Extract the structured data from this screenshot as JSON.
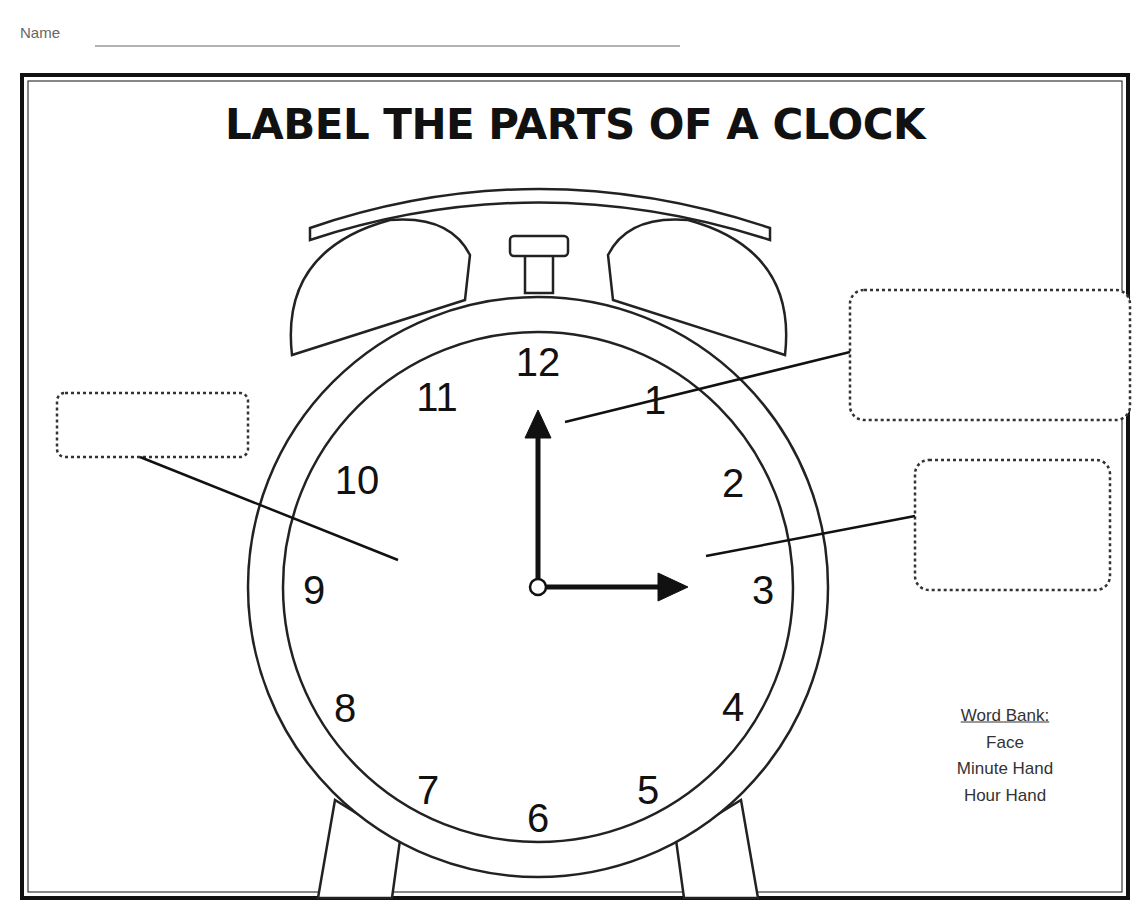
{
  "diagram": {
    "title": "LABEL THE PARTS OF A CLOCK",
    "labels": [
      "Name",
      "12",
      "1",
      "2",
      "3",
      "4",
      "5",
      "6",
      "7",
      "8",
      "9",
      "10",
      "11",
      "Word Bank:",
      "Face",
      "Minute Hand",
      "Hour Hand"
    ]
  }
}
